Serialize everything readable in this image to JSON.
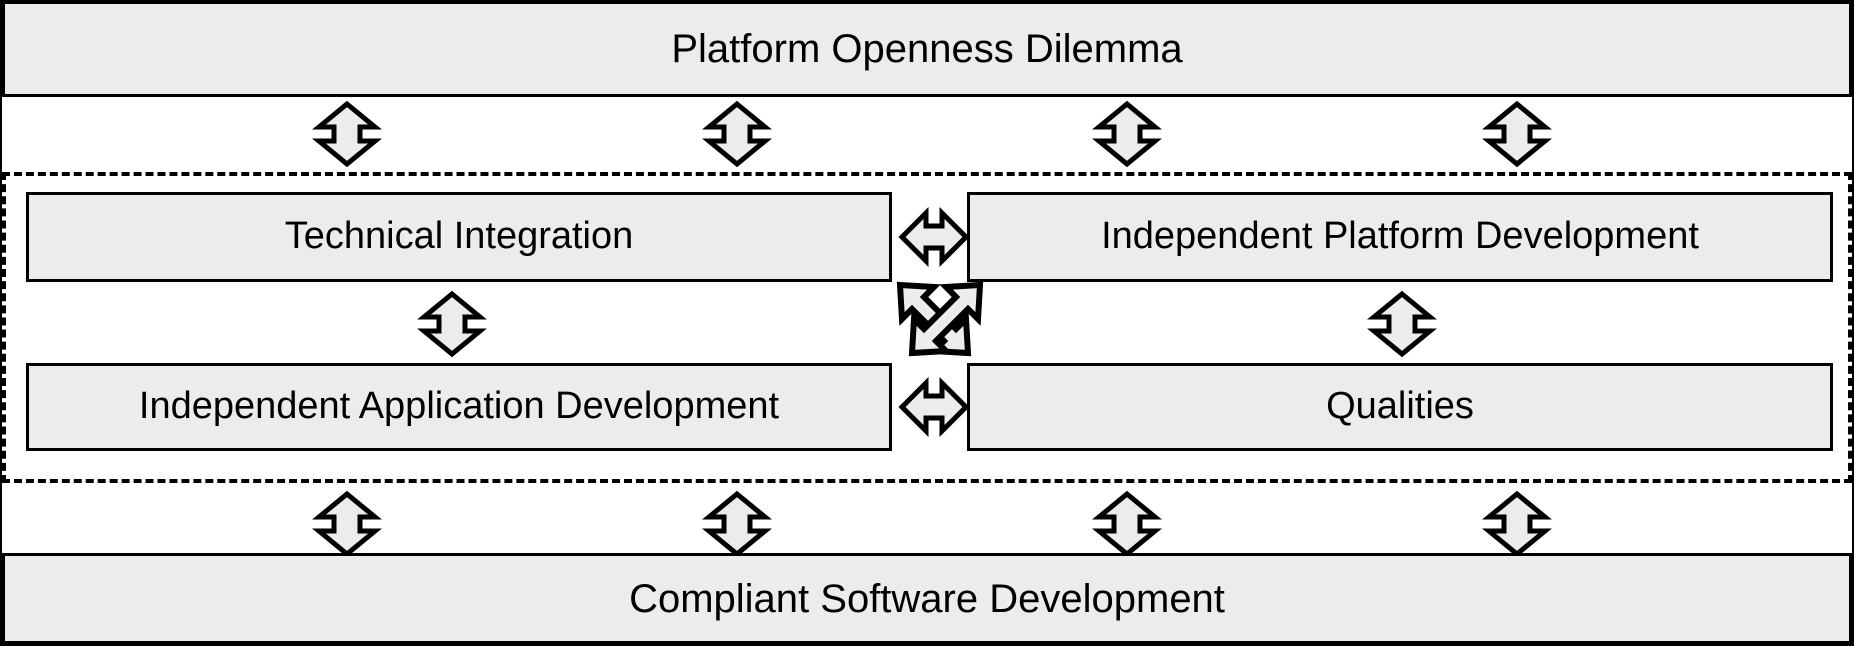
{
  "diagram": {
    "title_band_top": "Platform Openness Dilemma",
    "title_band_bottom": "Compliant Software Development",
    "inner_boxes": [
      {
        "id": "technical-integration",
        "label": "Technical Integration"
      },
      {
        "id": "independent-platform-development",
        "label": "Independent Platform Development"
      },
      {
        "id": "independent-application-development",
        "label": "Independent Application Development"
      },
      {
        "id": "qualities",
        "label": "Qualities"
      }
    ],
    "icons": {
      "vertical_double_arrow": "double-arrow-vertical-icon",
      "horizontal_double_arrow": "double-arrow-horizontal-icon",
      "crossing_double_arrows": "crossing-double-arrows-icon"
    },
    "colors": {
      "box_fill": "#ececec",
      "stroke": "#000000",
      "background": "#ffffff"
    }
  }
}
